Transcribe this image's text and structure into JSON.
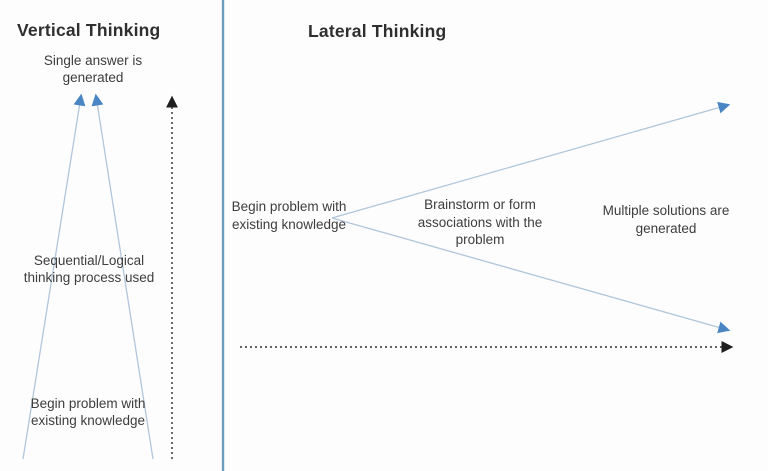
{
  "left_panel": {
    "title": "Vertical Thinking",
    "labels": {
      "top": "Single answer is generated",
      "middle": "Sequential/Logical thinking process used",
      "bottom": "Begin problem with existing knowledge"
    }
  },
  "right_panel": {
    "title": "Lateral Thinking",
    "labels": {
      "start": "Begin problem with existing knowledge",
      "middle": "Brainstorm or form associations with the problem",
      "end": "Multiple solutions are generated"
    }
  },
  "colors": {
    "background": "#fdfdfe",
    "text": "#3d3d3d",
    "title_text": "#2f2f2f",
    "arrow_line": "#b1c6da",
    "arrow_head": "#4b86c4",
    "dashed_line": "#2e2e2e",
    "dashed_head": "#1f1f1f",
    "divider": "#6d9cbd"
  }
}
